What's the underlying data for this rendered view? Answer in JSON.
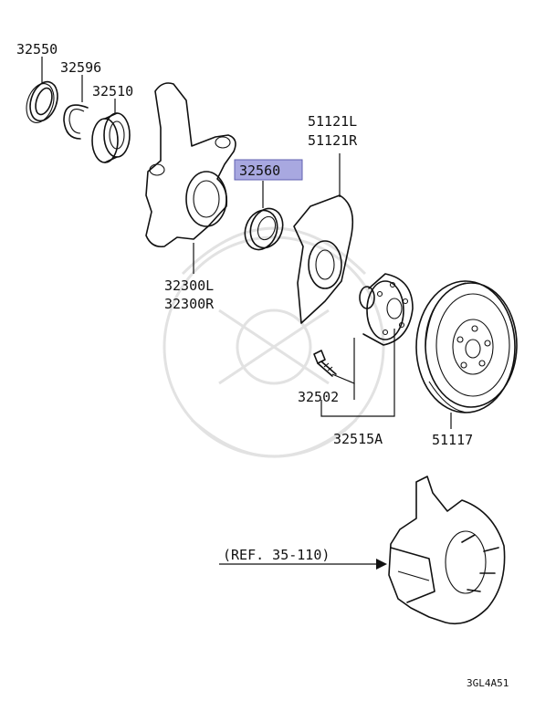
{
  "callouts": {
    "p32550": "32550",
    "p32596": "32596",
    "p32510": "32510",
    "p32560": "32560",
    "p51121L": "51121L",
    "p51121R": "51121R",
    "p32300L": "32300L",
    "p32300R": "32300R",
    "p32502": "32502",
    "p32515A": "32515A",
    "p51117": "51117",
    "ref": "(REF. 35-110)"
  },
  "highlight_color": "#a8a8e0",
  "diagram_code": "3GL4A51"
}
